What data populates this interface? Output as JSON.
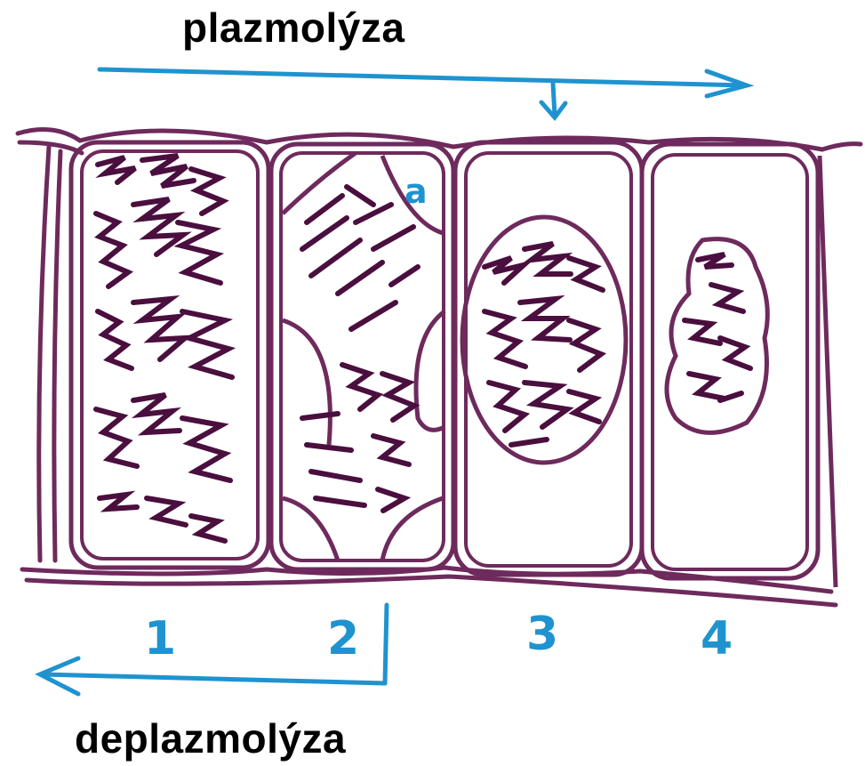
{
  "labels": {
    "top": "plazmolýza",
    "bottom": "deplazmolýza",
    "marker": "a"
  },
  "cells": [
    {
      "number": "1"
    },
    {
      "number": "2"
    },
    {
      "number": "3"
    },
    {
      "number": "4"
    }
  ],
  "colors": {
    "wall": "#6e2a5c",
    "content": "#4a0f3e",
    "arrow": "#1f93cf",
    "text": "#000000"
  }
}
